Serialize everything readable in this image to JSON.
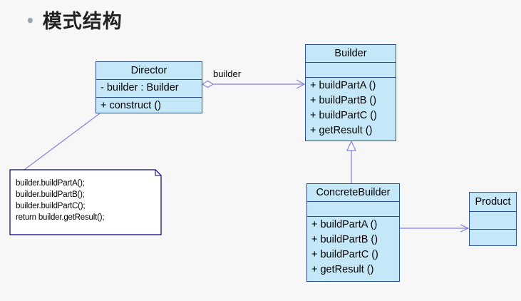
{
  "title": "模式结构",
  "association_label": "builder",
  "classes": {
    "director": {
      "name": "Director",
      "attributes": [
        "- builder : Builder"
      ],
      "operations": [
        "+ construct ()"
      ]
    },
    "builder": {
      "name": "Builder",
      "operations": [
        "+ buildPartA ()",
        "+ buildPartB ()",
        "+ buildPartC ()",
        "+ getResult ()"
      ]
    },
    "concrete_builder": {
      "name": "ConcreteBuilder",
      "operations": [
        "+ buildPartA ()",
        "+ buildPartB ()",
        "+ buildPartC ()",
        "+ getResult ()"
      ]
    },
    "product": {
      "name": "Product"
    }
  },
  "note": {
    "lines": [
      "builder.buildPartA();",
      "builder.buildPartB();",
      "builder.buildPartC();",
      "return builder.getResult();"
    ]
  },
  "colors": {
    "class_fill": "#c4e8f8",
    "class_border": "#2c4f93",
    "connector": "#8080e8",
    "note_border": "#000080"
  }
}
